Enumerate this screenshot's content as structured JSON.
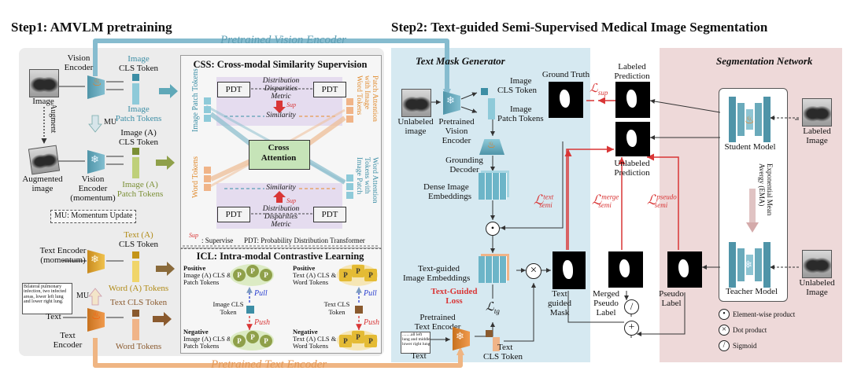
{
  "step1": {
    "title": "Step1: AMVLM pretraining"
  },
  "step2": {
    "title": "Step2: Text-guided Semi-Supervised Medical Image Segmentation"
  },
  "arcs": {
    "vision": "Pretrained Vision Encoder",
    "text": "Pretrained Text Encoder"
  },
  "left": {
    "image": "Image",
    "augment": "Augment",
    "augmented_image": [
      "Augmented",
      "image"
    ],
    "vision_encoder": [
      "Vision",
      "Encoder"
    ],
    "mu": "MU",
    "vision_encoder_momentum": [
      "Vision",
      "Encoder",
      "(momentum)"
    ],
    "image_cls_token": [
      "Image",
      "CLS Token"
    ],
    "image_patch_tokens": [
      "Image",
      "Patch Tokens"
    ],
    "image_a_cls_token": [
      "Image (A)",
      "CLS Token"
    ],
    "image_a_patch_tokens": [
      "Image (A)",
      "Patch Tokens"
    ],
    "mu_legend": "MU: Momentum Update",
    "text_encoder_momentum": [
      "Text Encoder",
      "(momentum)"
    ],
    "text_a_cls_token": [
      "Text (A)",
      "CLS Token"
    ],
    "word_a_tokens": "Word (A) Tokens",
    "report_text": [
      "Bilateral pulmonary",
      "infection, two infected",
      "areas, lower left lung",
      "and lower right lung."
    ],
    "text": "Text",
    "text_encoder": [
      "Text",
      "Encoder"
    ],
    "text_cls_token": "Text CLS Token",
    "word_tokens": "Word Tokens"
  },
  "css": {
    "title": "CSS: Cross-modal Similarity Supervision",
    "pdt": "PDT",
    "distribution": [
      "Distribution",
      "Disparities",
      "Metric"
    ],
    "sup": "Sup",
    "similarity": "Similarity",
    "cross_attention": [
      "Cross",
      "Attention"
    ],
    "image_patch_tokens_vert": "Image Patch Tokens",
    "word_tokens_vert": "Word Tokens",
    "word_tokens_img_att_vert": [
      "Word Tokens",
      "with Image",
      "Patch Attention"
    ],
    "patch_tokens_word_att_vert": [
      "Image Patch",
      "Tokens with",
      "Word Attention"
    ],
    "legend_sup": "Sup",
    "legend_supervise": ": Supervise",
    "legend_pdt": "PDT: Probability Distribution Transformer"
  },
  "icl": {
    "title": "ICL: Intra-modal Contrastive Learning",
    "positive_image": [
      "Positive",
      "Image (A) CLS &",
      "Patch Tokens"
    ],
    "positive_text": [
      "Positive",
      "Text (A) CLS &",
      "Word Tokens"
    ],
    "pull": "Pull",
    "push": "Push",
    "image_cls_token": [
      "Image CLS",
      "Token"
    ],
    "text_cls_token": [
      "Text CLS",
      "Token"
    ],
    "negative_image": [
      "Negative",
      "Image (A) CLS &",
      "Patch Tokens"
    ],
    "negative_text": [
      "Negative",
      "Text (A) CLS &",
      "Word Tokens"
    ],
    "p": "P"
  },
  "tmg": {
    "title": "Text Mask Generator",
    "unlabeled_image": [
      "Unlabeled",
      "image"
    ],
    "pretrained_vision_encoder": [
      "Pretrained",
      "Vision",
      "Encoder"
    ],
    "image_cls_token": [
      "Image",
      "CLS Token"
    ],
    "image_patch_tokens": [
      "Image",
      "Patch Tokens"
    ],
    "grounding_decoder": [
      "Grounding",
      "Decoder"
    ],
    "dense_embeddings": [
      "Dense Image",
      "Embeddings"
    ],
    "text_guided_embeddings": [
      "Text-guided",
      "Image Embeddings"
    ],
    "text_guided_loss": [
      "Text-Guided",
      "Loss"
    ],
    "l_tg": "ℒ",
    "l_tg_sub": "tg",
    "pretrained_text_encoder": [
      "Pretrained",
      "Text Encoder"
    ],
    "report_text": [
      "........all left",
      "lung and middle",
      "lower right lung"
    ],
    "text": "Text",
    "text_cls_token": [
      "Text",
      "CLS Token"
    ],
    "text_guided_mask": [
      "Text",
      "guided",
      "Mask"
    ]
  },
  "mid": {
    "ground_truth": "Ground Truth",
    "labeled_prediction": [
      "Labeled",
      "Prediction"
    ],
    "l_sup": "ℒ",
    "l_sup_sub": "sup",
    "unlabeled_prediction": [
      "Unlabeled",
      "Prediction"
    ],
    "l_text": "ℒ",
    "l_text_sup": "text",
    "l_text_sub": "semi",
    "l_merge": "ℒ",
    "l_merge_sup": "merge",
    "l_merge_sub": "semi",
    "l_pseudo": "ℒ",
    "l_pseudo_sup": "pseudo",
    "l_pseudo_sub": "semi",
    "merged_pseudo_label": [
      "Merged",
      "Pseudo",
      "Label"
    ],
    "pseudo_label": [
      "Pseudo",
      "Label"
    ]
  },
  "seg": {
    "title": "Segmentation Network",
    "student_model": "Student Model",
    "labeled_image": [
      "Labeled",
      "Image"
    ],
    "ema": [
      "Exponential Mean",
      "Avergy (EMA)"
    ],
    "teacher_model": "Teacher Model",
    "unlabeled_image": [
      "Unlabeled",
      "Image"
    ]
  },
  "ops_legend": {
    "elementwise": "Element-wise product",
    "dot": "Dot product",
    "sigmoid": "Sigmoid"
  },
  "colors": {
    "left_bg": "#ececec",
    "css_bg": "#f4f4f4",
    "tmg_bg": "#d7eaf2",
    "seg_bg": "#ecd7d7",
    "vision_arc": "#7fb7cc",
    "text_arc": "#eab27d",
    "loss_red": "#d93636",
    "teal": "#5fa8b8",
    "olive": "#8fa04a",
    "orange": "#e08a2d",
    "brown": "#8a5a2e"
  }
}
